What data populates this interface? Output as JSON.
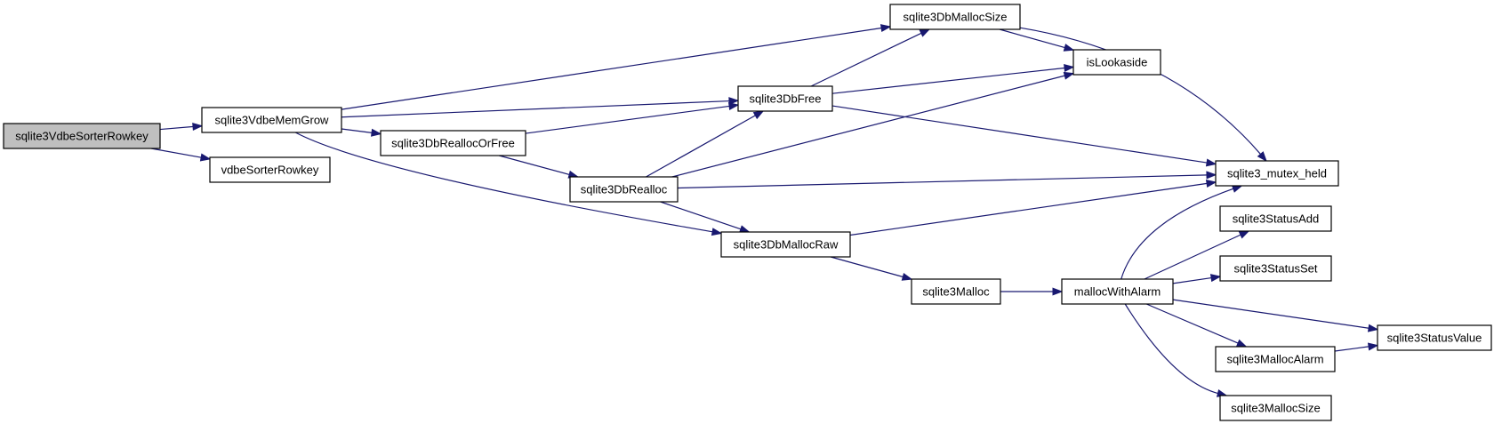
{
  "graph": {
    "colors": {
      "edge": "#191970",
      "node_border": "#000000",
      "root_fill": "#bfbfbf",
      "node_fill": "#ffffff"
    },
    "root": "sqlite3VdbeSorterRowkey",
    "nodes": [
      {
        "id": "rowkey",
        "label": "sqlite3VdbeSorterRowkey"
      },
      {
        "id": "memgrow",
        "label": "sqlite3VdbeMemGrow"
      },
      {
        "id": "vdbesorter",
        "label": "vdbeSorterRowkey"
      },
      {
        "id": "reallocorfree",
        "label": "sqlite3DbReallocOrFree"
      },
      {
        "id": "dbmallocsize",
        "label": "sqlite3DbMallocSize"
      },
      {
        "id": "dbfree",
        "label": "sqlite3DbFree"
      },
      {
        "id": "dbrealloc",
        "label": "sqlite3DbRealloc"
      },
      {
        "id": "dbmallocraw",
        "label": "sqlite3DbMallocRaw"
      },
      {
        "id": "islookaside",
        "label": "isLookaside"
      },
      {
        "id": "mutexheld",
        "label": "sqlite3_mutex_held"
      },
      {
        "id": "malloc",
        "label": "sqlite3Malloc"
      },
      {
        "id": "mallocwithalarm",
        "label": "mallocWithAlarm"
      },
      {
        "id": "statusadd",
        "label": "sqlite3StatusAdd"
      },
      {
        "id": "statusset",
        "label": "sqlite3StatusSet"
      },
      {
        "id": "statusvalue",
        "label": "sqlite3StatusValue"
      },
      {
        "id": "mallocalarm",
        "label": "sqlite3MallocAlarm"
      },
      {
        "id": "mallocsize",
        "label": "sqlite3MallocSize"
      }
    ],
    "edges": [
      {
        "from": "rowkey",
        "to": "memgrow"
      },
      {
        "from": "rowkey",
        "to": "vdbesorter"
      },
      {
        "from": "memgrow",
        "to": "dbmallocsize"
      },
      {
        "from": "memgrow",
        "to": "dbfree"
      },
      {
        "from": "memgrow",
        "to": "reallocorfree"
      },
      {
        "from": "memgrow",
        "to": "dbmallocraw"
      },
      {
        "from": "reallocorfree",
        "to": "dbfree"
      },
      {
        "from": "reallocorfree",
        "to": "dbrealloc"
      },
      {
        "from": "dbrealloc",
        "to": "dbfree"
      },
      {
        "from": "dbrealloc",
        "to": "islookaside"
      },
      {
        "from": "dbrealloc",
        "to": "mutexheld"
      },
      {
        "from": "dbrealloc",
        "to": "dbmallocraw"
      },
      {
        "from": "dbfree",
        "to": "dbmallocsize"
      },
      {
        "from": "dbfree",
        "to": "islookaside"
      },
      {
        "from": "dbfree",
        "to": "mutexheld"
      },
      {
        "from": "dbmallocsize",
        "to": "islookaside"
      },
      {
        "from": "dbmallocsize",
        "to": "mutexheld"
      },
      {
        "from": "dbmallocraw",
        "to": "mutexheld"
      },
      {
        "from": "dbmallocraw",
        "to": "malloc"
      },
      {
        "from": "malloc",
        "to": "mallocwithalarm"
      },
      {
        "from": "mallocwithalarm",
        "to": "mutexheld"
      },
      {
        "from": "mallocwithalarm",
        "to": "statusadd"
      },
      {
        "from": "mallocwithalarm",
        "to": "statusset"
      },
      {
        "from": "mallocwithalarm",
        "to": "statusvalue"
      },
      {
        "from": "mallocwithalarm",
        "to": "mallocalarm"
      },
      {
        "from": "mallocwithalarm",
        "to": "mallocsize"
      },
      {
        "from": "mallocalarm",
        "to": "statusvalue"
      }
    ]
  }
}
